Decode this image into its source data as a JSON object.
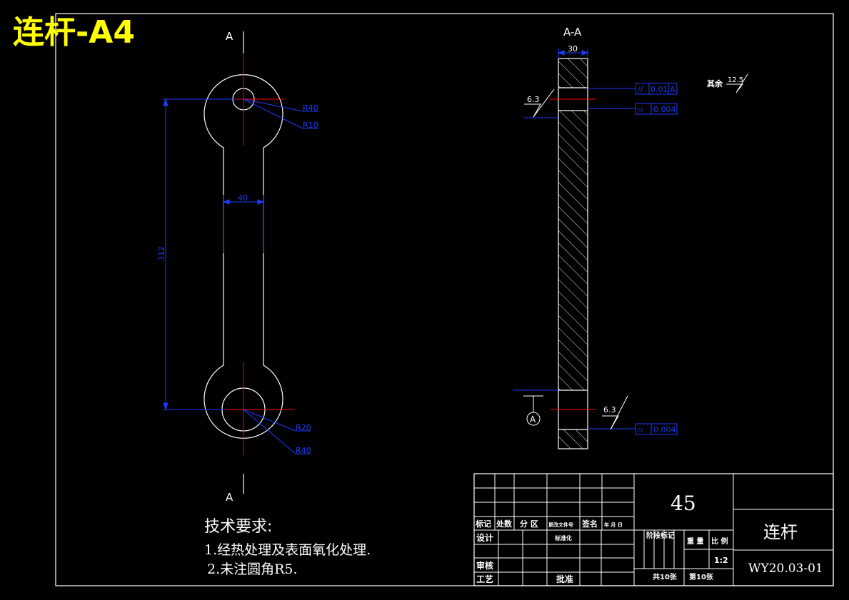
{
  "title_overlay": "连杆-A4",
  "front_view": {
    "section_mark_top": "A",
    "section_mark_bottom": "A",
    "dims": {
      "center_distance": "312",
      "shank_width": "40",
      "top_outer_radius": "R40",
      "top_inner_radius": "R10",
      "bottom_inner_radius": "R20",
      "bottom_outer_radius": "R40"
    }
  },
  "section_view": {
    "label": "A-A",
    "thickness": "30",
    "roughness_top": "6.3",
    "roughness_bottom": "6.3",
    "roughness_rest_prefix": "其余",
    "roughness_rest_value": "12.5",
    "tolerance_1": {
      "symbol": "//",
      "value": "0.01",
      "datum": "A"
    },
    "tolerance_2": {
      "symbol": "⌭",
      "value": "0.004"
    },
    "tolerance_3": {
      "symbol": "⌭",
      "value": "0.004"
    },
    "datum_label": "A"
  },
  "tech_requirements": {
    "heading": "技术要求:",
    "items": [
      "1.经热处理及表面氧化处理.",
      "2.未注圆角R5."
    ]
  },
  "title_block": {
    "material": "45",
    "part_name": "连杆",
    "drawing_no": "WY20.03-01",
    "scale": "1:2",
    "sheets_total": "共10张",
    "sheet_no": "第10张",
    "stage_mark": "阶 段 标 记",
    "weight": "重 量",
    "scale_label": "比 例",
    "change_labels": [
      "标记",
      "处数",
      "分 区",
      "更改文件号",
      "签名",
      "年 月 日"
    ],
    "role_labels": [
      "设计",
      "审核",
      "工艺"
    ],
    "standardization": "标准化",
    "approval": "批准"
  },
  "colors": {
    "background": "#000000",
    "outline": "#ffffff",
    "dimension": "#1a3cff",
    "centerline": "#ff0000",
    "title_overlay": "#ffff00"
  }
}
